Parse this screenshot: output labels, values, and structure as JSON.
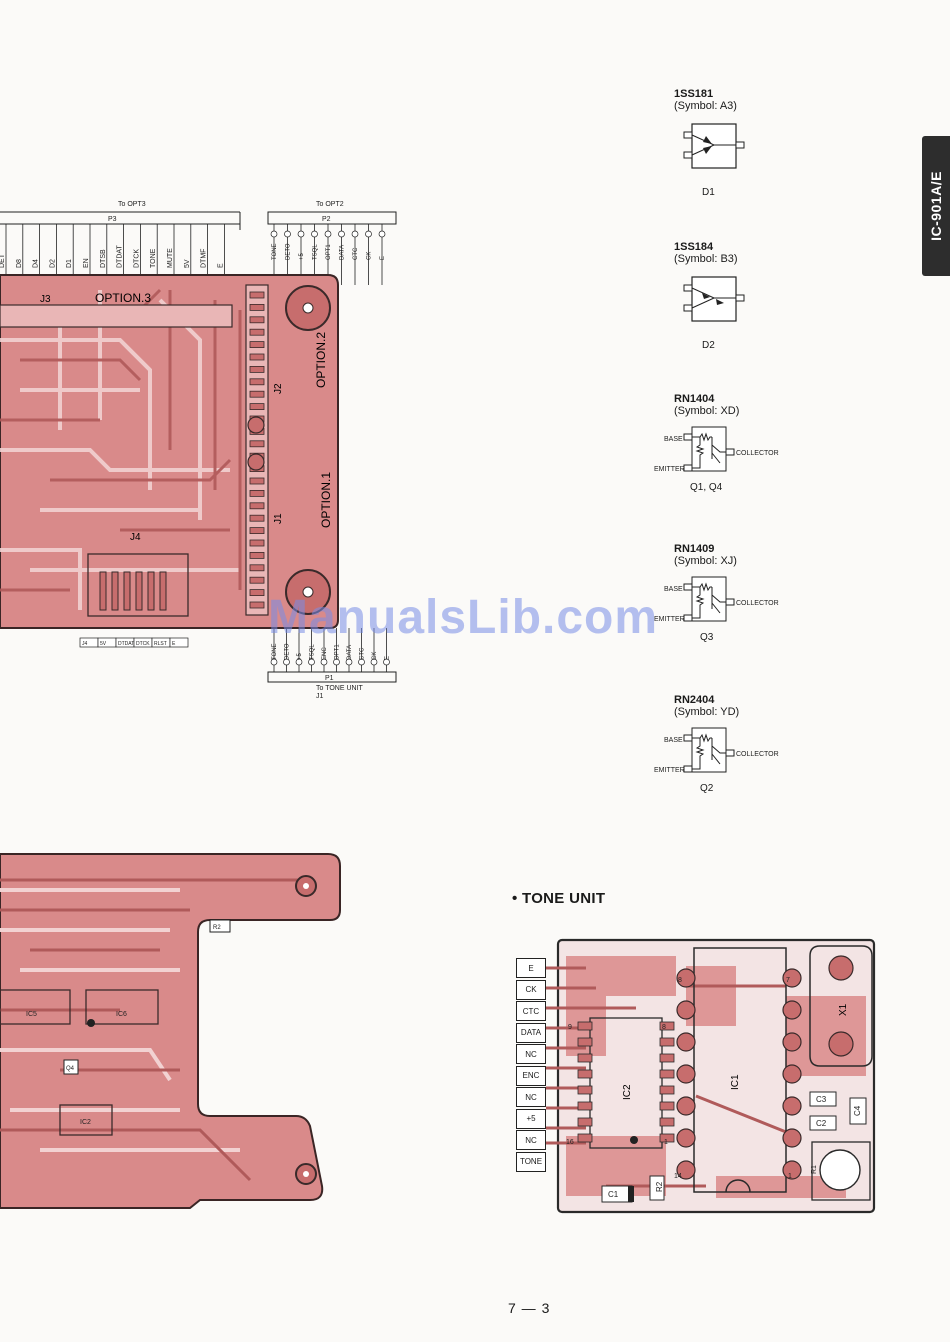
{
  "side_tab": "IC-901A/E",
  "watermark": "ManualsLib.com",
  "page_number": "7 — 3",
  "components": [
    {
      "part": "1SS181",
      "symbol": "(Symbol: A3)",
      "ref": "D1"
    },
    {
      "part": "1SS184",
      "symbol": "(Symbol: B3)",
      "ref": "D2"
    },
    {
      "part": "RN1404",
      "symbol": "(Symbol: XD)",
      "ref": "Q1, Q4"
    },
    {
      "part": "RN1409",
      "symbol": "(Symbol: XJ)",
      "ref": "Q3"
    },
    {
      "part": "RN2404",
      "symbol": "(Symbol: YD)",
      "ref": "Q2"
    }
  ],
  "transistor_pins": {
    "base": "BASE",
    "emitter": "EMITTER",
    "collector": "COLLECTOR"
  },
  "top_board": {
    "connector_p3": {
      "to": "To OPT3",
      "name": "P3"
    },
    "connector_p2": {
      "to": "To OPT2",
      "name": "P2"
    },
    "connector_p1": {
      "to": "To TONE UNIT",
      "name": "P1",
      "sub": "J1"
    },
    "j3_label": "J3",
    "option3": "OPTION.3",
    "j2_label": "J2",
    "option2": "OPTION.2",
    "j1_label": "J1",
    "option1": "OPTION.1",
    "j4_label": "J4",
    "p3_pins": [
      "DET",
      "D8",
      "D4",
      "D2",
      "D1",
      "EN",
      "DTSB",
      "DTDAT",
      "DTCK",
      "TONE",
      "MUTE",
      "5V",
      "DTMF",
      "E"
    ],
    "p2_pins": [
      "TONE",
      "DETO",
      "+5",
      "TSQL",
      "OPT1",
      "DATA",
      "CTC",
      "CK",
      "E"
    ],
    "p1_pins": [
      "TONE",
      "DETO",
      "+5",
      "TSQL",
      "ENC",
      "OPT1",
      "DATA",
      "CTC",
      "CK",
      "E"
    ],
    "j4_pins": [
      "J4",
      "5V",
      "DTDAT",
      "DTCK",
      "RLST",
      "E"
    ]
  },
  "bottom_board": {
    "ic5": "IC5",
    "ic6": "IC6",
    "ic2": "IC2",
    "q4": "Q4",
    "r2": "R2"
  },
  "tone_unit": {
    "title": "• TONE UNIT",
    "pins": [
      "E",
      "CK",
      "CTC",
      "DATA",
      "NC",
      "ENC",
      "NC",
      "+5",
      "NC",
      "TONE"
    ],
    "ic1": "IC1",
    "ic2": "IC2",
    "x1": "X1",
    "c1": "C1",
    "c2": "C2",
    "c3": "C3",
    "c4": "C4",
    "r1": "R1",
    "r2": "R2",
    "pin_nums": {
      "ic2_9": "9",
      "ic2_8": "8",
      "ic2_16": "16",
      "ic2_1": "1",
      "ic1_8": "8",
      "ic1_7": "7",
      "ic1_14": "14",
      "ic1_1": "1"
    }
  }
}
